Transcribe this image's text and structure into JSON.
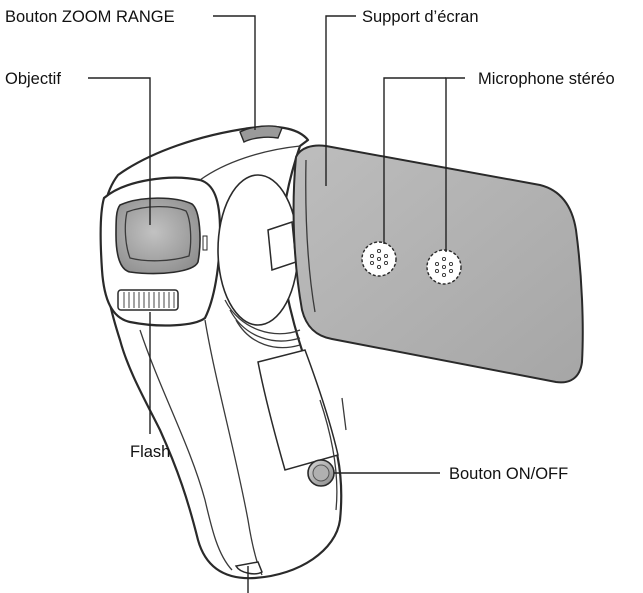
{
  "labels": {
    "zoom_range_button": "Bouton ZOOM RANGE",
    "monitor_support": "Support d’écran",
    "lens": "Objectif",
    "stereo_microphone": "Microphone stéréo",
    "flash": "Flash",
    "power_button": "Bouton ON/OFF"
  },
  "colors": {
    "body_fill": "#ffffff",
    "outline": "#2a2a2a",
    "screen_fill": "#b3b3b3",
    "lens_fill": "#a8a8a8",
    "grip_shadow": "#e8e8e8"
  }
}
